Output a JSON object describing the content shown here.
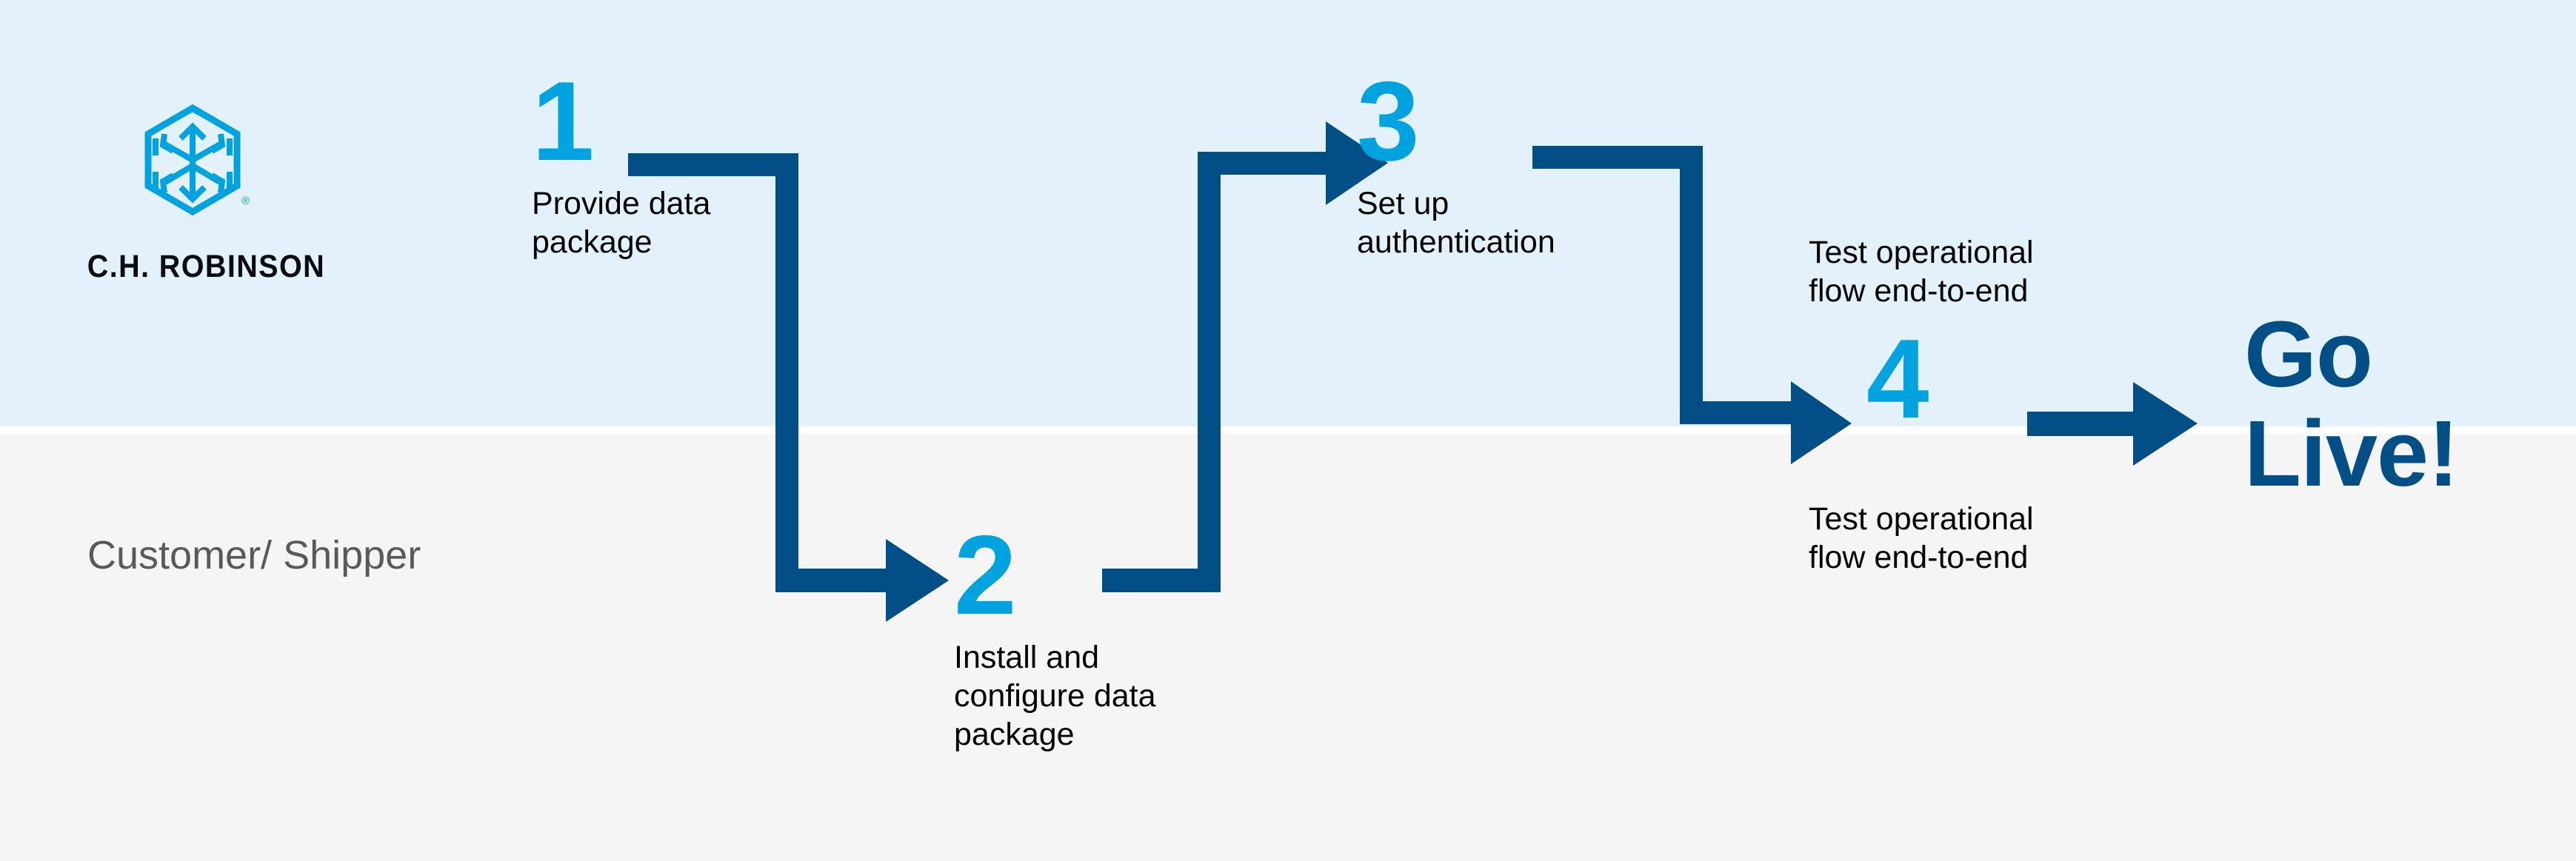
{
  "brand": {
    "logo_icon": "ch-robinson-hexagon-cube-logo",
    "wordmark": "C.H. ROBINSON",
    "trademark": "®",
    "logo_color": "#00a3e0",
    "wordmark_color": "#0b0c10"
  },
  "lane": {
    "label": "Customer/\nShipper",
    "label_color": "#58595b"
  },
  "theme": {
    "band_top_color": "#e2f1fa",
    "band_bottom_color": "#f5f5f5",
    "accent_light_blue": "#00a3e0",
    "accent_dark_blue": "#014f86",
    "text_color": "#000000"
  },
  "steps": [
    {
      "number": "1",
      "label": "Provide data\npackage"
    },
    {
      "number": "2",
      "label": "Install and\nconfigure data\npackage"
    },
    {
      "number": "3",
      "label": "Set up\nauthentication"
    },
    {
      "number": "4",
      "label": "Test operational\nflow end-to-end"
    }
  ],
  "extra_labels": {
    "test_flow_top": "Test operational\nflow end-to-end"
  },
  "outcome": {
    "line1": "Go",
    "line2": "Live!"
  },
  "connectors": [
    {
      "id": "c1",
      "from": "1",
      "to": "2",
      "shape": "elbow-down-right-arrow"
    },
    {
      "id": "c2",
      "from": "2",
      "to": "3",
      "shape": "elbow-up-right-arrow"
    },
    {
      "id": "c3",
      "from": "3",
      "to": "4",
      "shape": "elbow-down-right-arrow"
    },
    {
      "id": "c4",
      "from": "4",
      "to": "go-live",
      "shape": "straight-right-arrow"
    }
  ]
}
